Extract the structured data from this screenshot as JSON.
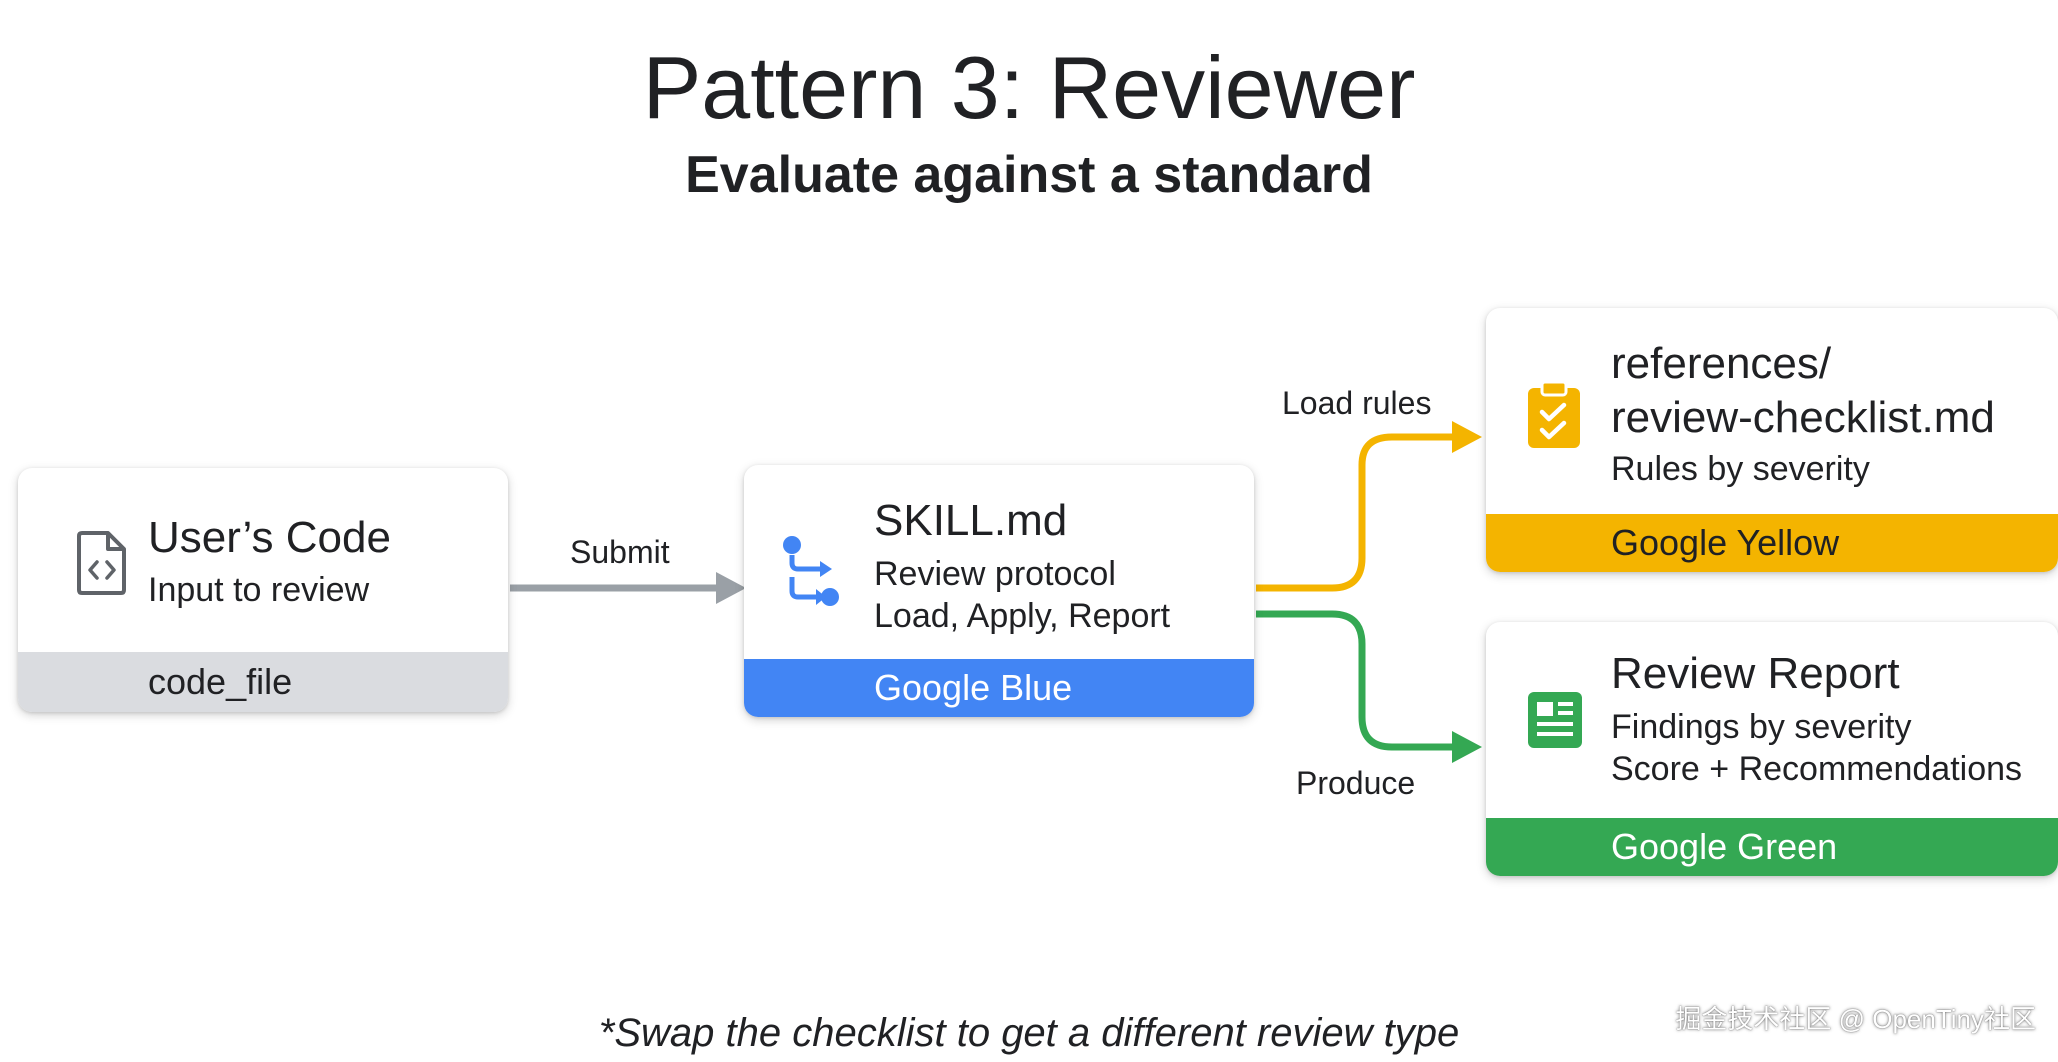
{
  "title": "Pattern 3: Reviewer",
  "subtitle": "Evaluate against a standard",
  "nodes": {
    "user_code": {
      "heading": "User’s Code",
      "line1": "Input to review",
      "footer": "code_file",
      "icon": "code-file-icon",
      "color": "#dadce0"
    },
    "skill": {
      "heading": "SKILL.md",
      "line1": "Review protocol",
      "line2": "Load, Apply, Report",
      "footer": "Google Blue",
      "icon": "workflow-arrows-icon",
      "color": "#4285f4"
    },
    "references": {
      "heading1": "references/",
      "heading2": "review-checklist.md",
      "line1": "Rules by severity",
      "footer": "Google Yellow",
      "icon": "clipboard-check-icon",
      "color": "#f4b400"
    },
    "report": {
      "heading": "Review Report",
      "line1": "Findings by severity",
      "line2": "Score + Recommendations",
      "footer": "Google Green",
      "icon": "document-report-icon",
      "color": "#34a853"
    }
  },
  "edges": {
    "submit": "Submit",
    "load_rules": "Load rules",
    "produce": "Produce"
  },
  "note": "*Swap the checklist to get a different review type",
  "watermark": "掘金技术社区 @ OpenTiny社区"
}
